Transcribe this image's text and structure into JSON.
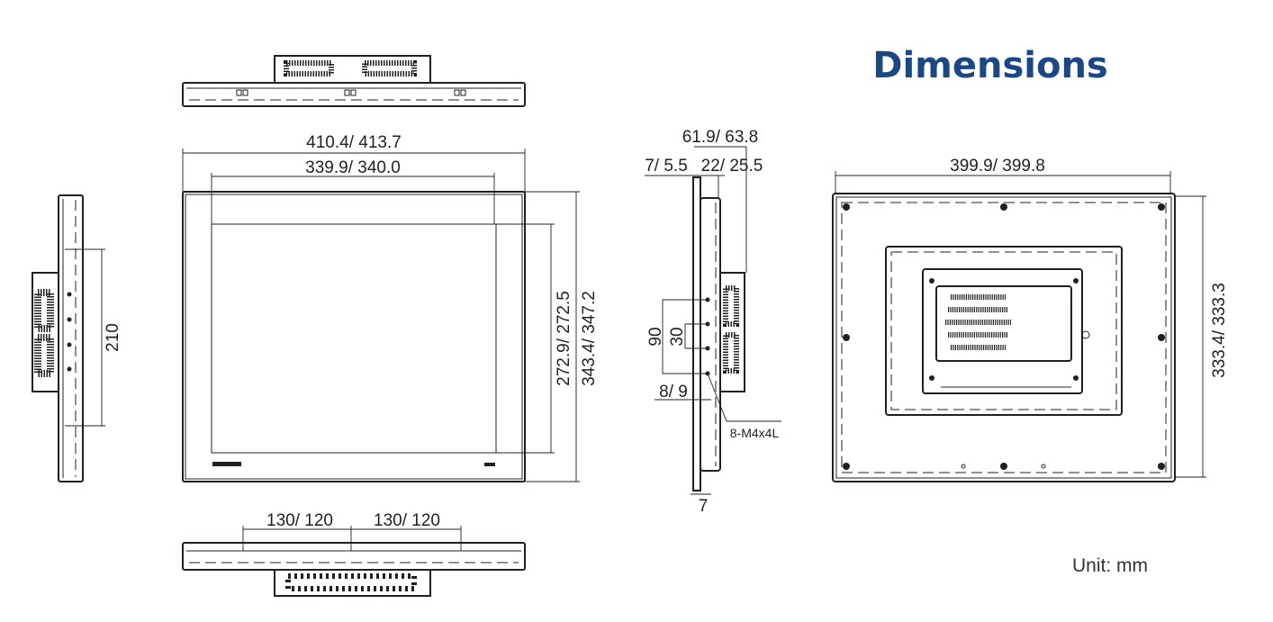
{
  "title": "Dimensions",
  "title_color": "#1b4785",
  "unit_label": "Unit: mm",
  "front_view": {
    "overall_width": "410.4/ 413.7",
    "display_width": "339.9/ 340.0",
    "display_height": "272.9/ 272.5",
    "overall_height": "343.4/ 347.2"
  },
  "left_side_view": {
    "mount_spacing": "210"
  },
  "bottom_view": {
    "spacing_left": "130/ 120",
    "spacing_right": "130/ 120"
  },
  "side_view": {
    "overall_depth": "61.9/ 63.8",
    "bezel_depth": "7/ 5.5",
    "body_depth": "22/ 25.5",
    "vesa_large": "90",
    "vesa_small": "30",
    "offset": "8/ 9",
    "screw_spec": "8-M4x4L",
    "bottom_depth": "7"
  },
  "rear_view": {
    "width": "399.9/ 399.8",
    "height": "333.4/ 333.3"
  }
}
